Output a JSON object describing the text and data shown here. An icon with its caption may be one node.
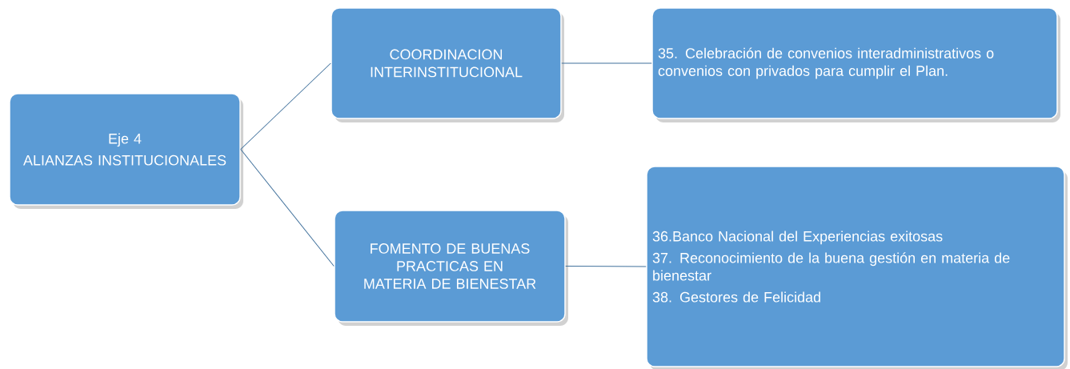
{
  "diagram": {
    "nodes": [
      {
        "text": [
          "Eje 4",
          "ALIANZAS INSTITUCIONALES"
        ]
      },
      {
        "text": [
          "COORDINACION INTERINSTITUCIONAL"
        ]
      },
      {
        "text": [
          "35. Celebración de convenios interadministrativos o convenios con privados para cumplir el Plan."
        ]
      },
      {
        "text": [
          "FOMENTO DE BUENAS PRACTICAS EN MATERIA DE BIENESTAR"
        ]
      },
      {
        "text": [
          "36.Banco Nacional del Experiencias exitosas",
          "37. Reconocimiento de la buena gestión en materia de bienestar",
          "38. Gestores de Felicidad"
        ]
      }
    ],
    "edges": [
      {
        "from": 0,
        "to": 1,
        "arrow": "none"
      },
      {
        "from": 0,
        "to": 3,
        "arrow": "none"
      },
      {
        "from": 1,
        "to": 2,
        "arrow": "none"
      },
      {
        "from": 3,
        "to": 4,
        "arrow": "none"
      }
    ]
  }
}
